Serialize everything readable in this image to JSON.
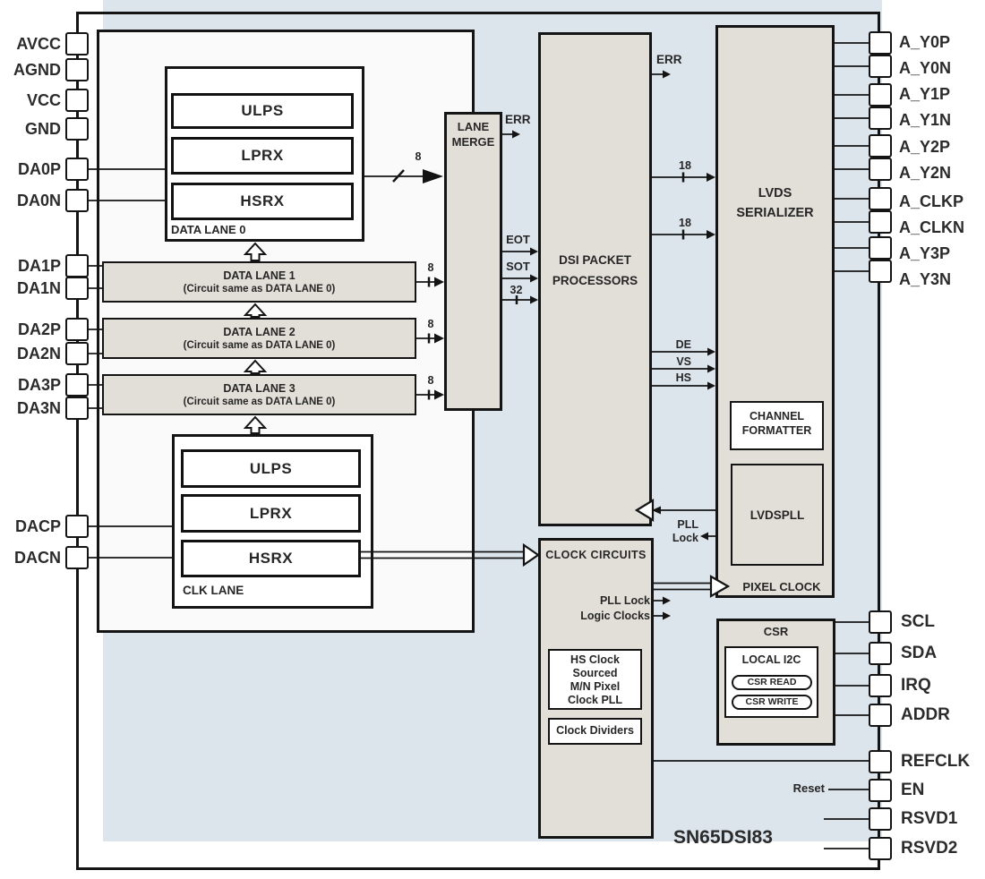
{
  "device": {
    "name": "SN65DSI83"
  },
  "pins": {
    "left": [
      "AVCC",
      "AGND",
      "VCC",
      "GND",
      "DA0P",
      "DA0N",
      "DA1P",
      "DA1N",
      "DA2P",
      "DA2N",
      "DA3P",
      "DA3N",
      "DACP",
      "DACN"
    ],
    "right_lvds": [
      "A_Y0P",
      "A_Y0N",
      "A_Y1P",
      "A_Y1N",
      "A_Y2P",
      "A_Y2N",
      "A_CLKP",
      "A_CLKN",
      "A_Y3P",
      "A_Y3N"
    ],
    "right_ctrl": [
      "SCL",
      "SDA",
      "IRQ",
      "ADDR",
      "REFCLK",
      "EN",
      "RSVD1",
      "RSVD2"
    ]
  },
  "blocks": {
    "data_lane0": {
      "label": "DATA LANE 0",
      "ulps": "ULPS",
      "lprx": "LPRX",
      "hsrx": "HSRX"
    },
    "lane1": {
      "title": "DATA LANE 1",
      "subtitle": "(Circuit same as DATA LANE 0)"
    },
    "lane2": {
      "title": "DATA LANE 2",
      "subtitle": "(Circuit same as DATA LANE 0)"
    },
    "lane3": {
      "title": "DATA LANE 3",
      "subtitle": "(Circuit same as DATA LANE 0)"
    },
    "clk_lane": {
      "label": "CLK LANE",
      "ulps": "ULPS",
      "lprx": "LPRX",
      "hsrx": "HSRX"
    },
    "lane_merge": {
      "line1": "LANE",
      "line2": "MERGE"
    },
    "dsi_packet": {
      "line1": "DSI PACKET",
      "line2": "PROCESSORS"
    },
    "lvds_serializer": {
      "line1": "LVDS",
      "line2": "SERIALIZER",
      "channel_formatter_line1": "CHANNEL",
      "channel_formatter_line2": "FORMATTER",
      "lvdspll": "LVDSPLL",
      "pixel_clock": "PIXEL CLOCK"
    },
    "clock_circuits": {
      "title": "CLOCK CIRCUITS",
      "pll_lock": "PLL Lock",
      "logic_clocks": "Logic Clocks",
      "pll_box_line1": "HS Clock",
      "pll_box_line2": "Sourced",
      "pll_box_line3": "M/N Pixel",
      "pll_box_line4": "Clock PLL",
      "dividers": "Clock Dividers"
    },
    "csr": {
      "title": "CSR",
      "local_i2c": "LOCAL I2C",
      "read": "CSR READ",
      "write": "CSR WRITE"
    }
  },
  "signals": {
    "err": "ERR",
    "eot": "EOT",
    "sot": "SOT",
    "bus32": "32",
    "bus8": "8",
    "bus18": "18",
    "de": "DE",
    "vs": "VS",
    "hs": "HS",
    "pll": "PLL",
    "lock": "Lock",
    "reset": "Reset"
  },
  "colors": {
    "shade_blue": "#dce4ec",
    "block_gray": "#e2dfd9",
    "ink": "#141414"
  }
}
